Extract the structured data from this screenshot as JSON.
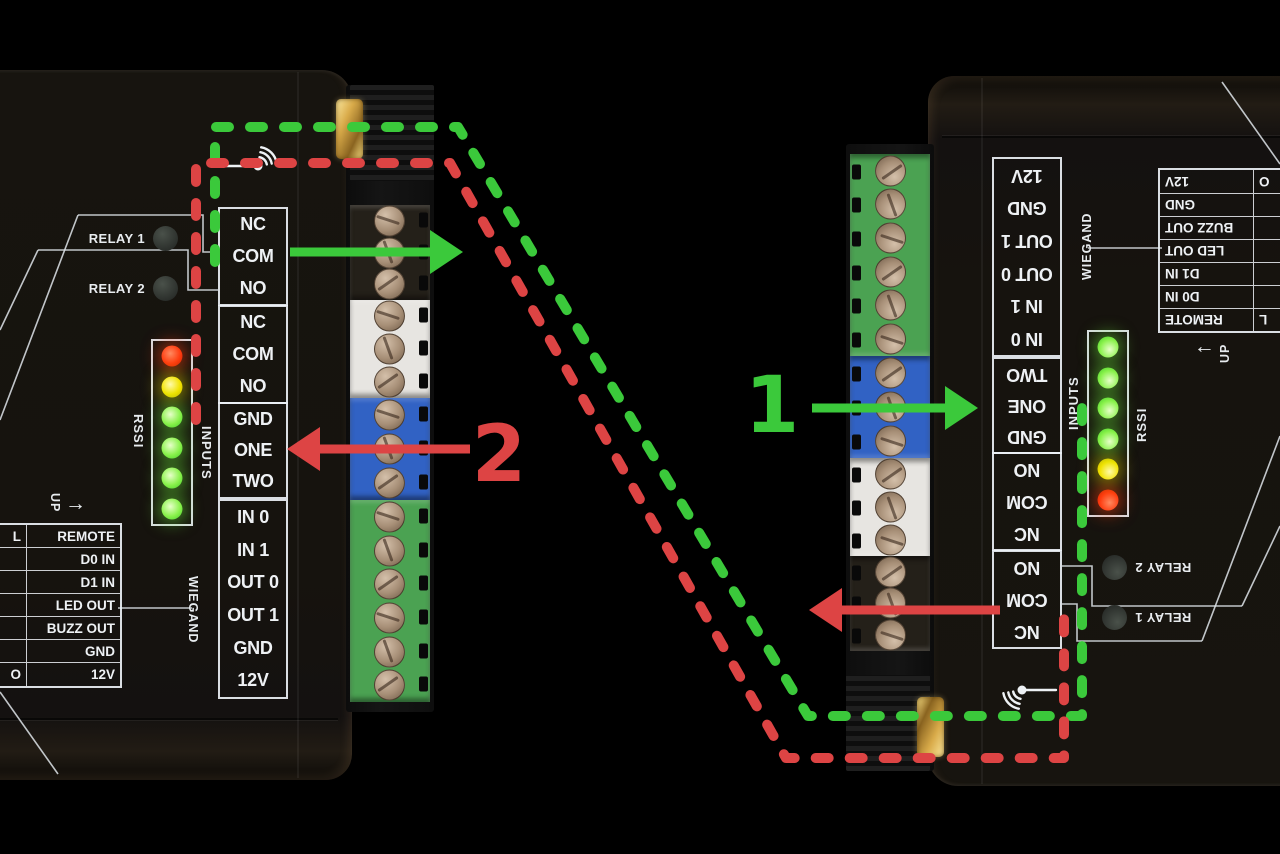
{
  "colors": {
    "wire_green": "#3bc93b",
    "wire_red": "#dd4444",
    "silkscreen": "#e8ecef"
  },
  "annotations": {
    "wire1": {
      "number": "1",
      "color": "#3bc93b",
      "style": "dashed"
    },
    "wire2": {
      "number": "2",
      "color": "#dd4444",
      "style": "dashed"
    }
  },
  "device": {
    "relays": [
      {
        "label": "RELAY 1"
      },
      {
        "label": "RELAY 2"
      }
    ],
    "rssi_label": "RSSI",
    "rssi_leds": [
      "red",
      "yellow",
      "green",
      "green",
      "green",
      "green"
    ],
    "inputs_label": "INPUTS",
    "wiegand_label": "WIEGAND",
    "up_label": "UP",
    "up_arrow_glyph": "→",
    "terminal_groups": [
      {
        "name": "relay1",
        "labels": [
          "NC",
          "COM",
          "NO"
        ]
      },
      {
        "name": "relay2",
        "labels": [
          "NC",
          "COM",
          "NO"
        ]
      },
      {
        "name": "inputs",
        "labels": [
          "GND",
          "ONE",
          "TWO"
        ]
      },
      {
        "name": "wiegand",
        "labels": [
          "IN 0",
          "IN 1",
          "OUT 0",
          "OUT 1",
          "GND",
          "12V"
        ]
      }
    ],
    "side_table": {
      "rows": [
        {
          "left": "L",
          "right": "REMOTE"
        },
        {
          "left": "",
          "right": "D0 IN"
        },
        {
          "left": "",
          "right": "D1 IN"
        },
        {
          "left": "",
          "right": "LED OUT"
        },
        {
          "left": "",
          "right": "BUZZ OUT"
        },
        {
          "left": "",
          "right": "GND"
        },
        {
          "left": "O",
          "right": "12V"
        }
      ]
    },
    "terminal_strip": {
      "sections": [
        {
          "color": "black",
          "screws": 3
        },
        {
          "color": "white",
          "screws": 3
        },
        {
          "color": "blue",
          "screws": 3
        },
        {
          "color": "green",
          "screws": 6
        }
      ]
    }
  }
}
